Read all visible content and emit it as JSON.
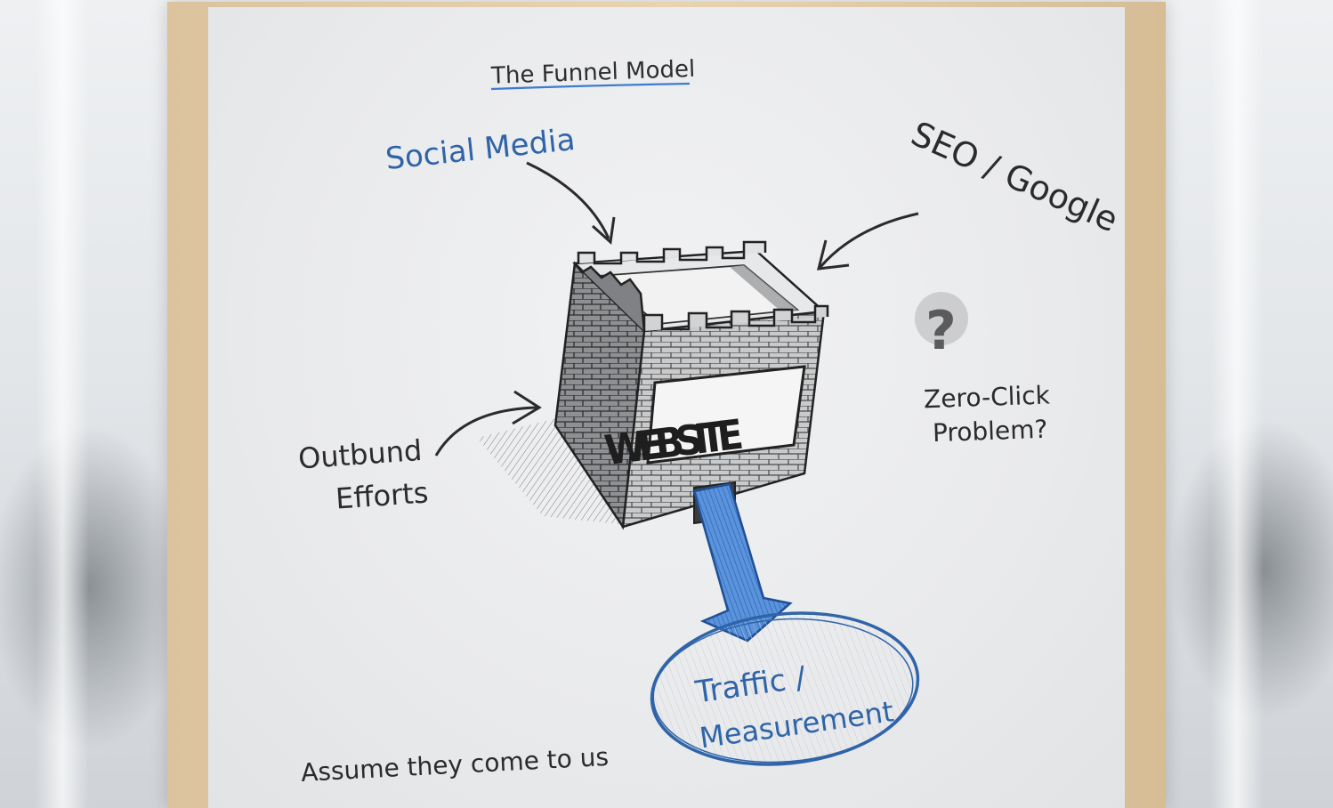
{
  "title": "The Funnel Model",
  "sources": {
    "social_media": "Social Media",
    "seo": "SEO / Google",
    "outbound_line1": "Outbund",
    "outbound_line2": "Efforts"
  },
  "center": {
    "label": "WEBSITE"
  },
  "question": {
    "mark": "?",
    "line1": "Zero-Click",
    "line2": "Problem?"
  },
  "outcome": {
    "line1": "Traffic /",
    "line2": "Measurement"
  },
  "footer_note": "Assume they come to us",
  "colors": {
    "ink": "#2e2e2e",
    "blue": "#2f64a8",
    "arrow_blue": "#3d7bd0",
    "frame": "#e3cba7",
    "board": "#eceded"
  }
}
